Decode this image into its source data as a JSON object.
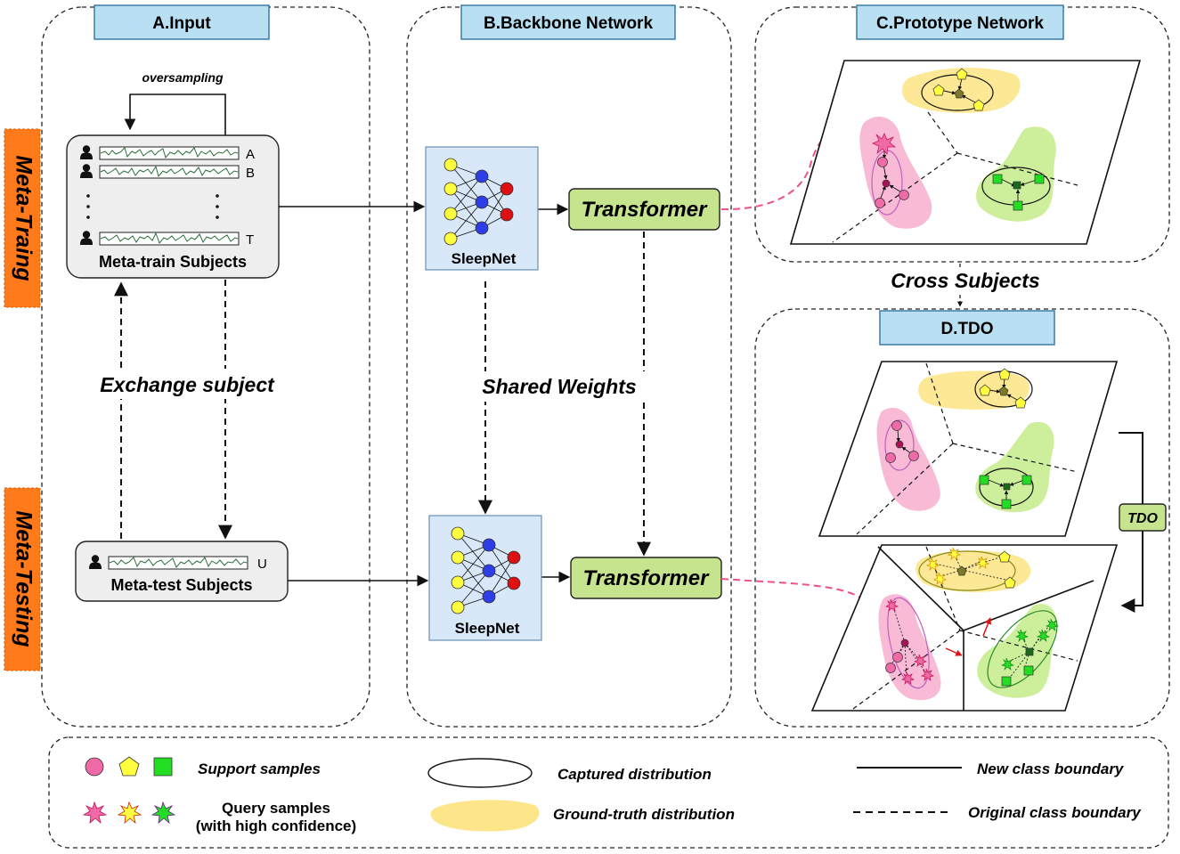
{
  "input": {
    "title": "A.Input",
    "oversampling": "oversampling",
    "train_rows": [
      "A",
      "B",
      "T"
    ],
    "train_label": "Meta-train Subjects",
    "test_row": "U",
    "test_label": "Meta-test Subjects",
    "exchange": "Exchange subject"
  },
  "backbone": {
    "title": "B.Backbone Network",
    "sleepnet_label": "SleepNet",
    "transformer_label": "Transformer",
    "shared": "Shared Weights"
  },
  "prototype": {
    "title": "C.Prototype Network"
  },
  "cross": "Cross Subjects",
  "tdo": {
    "title": "D.TDO",
    "tag": "TDO"
  },
  "phases": {
    "train": "Meta-Traing",
    "test": "Meta-Testing"
  },
  "legend": {
    "support": "Support samples",
    "query_line1": "Query samples",
    "query_line2": "(with high confidence)",
    "captured": "Captured distribution",
    "ground_truth": "Ground-truth distribution",
    "new_boundary": "New class boundary",
    "original_boundary": "Original class boundary"
  },
  "colors": {
    "title_box": "#b8e0f2",
    "transformer": "#c6e38e",
    "phase_tag": "#ff7a1a",
    "sleepnet_bg": "#d8e8f8",
    "pink": "#f06aa8",
    "yellow": "#ffff40",
    "green": "#22dd22",
    "blue": "#2d3ee6",
    "red": "#dd1111",
    "gt_yellow": "#fde58a",
    "gt_pink": "#f7b3cf",
    "gt_green": "#c8ec90"
  }
}
